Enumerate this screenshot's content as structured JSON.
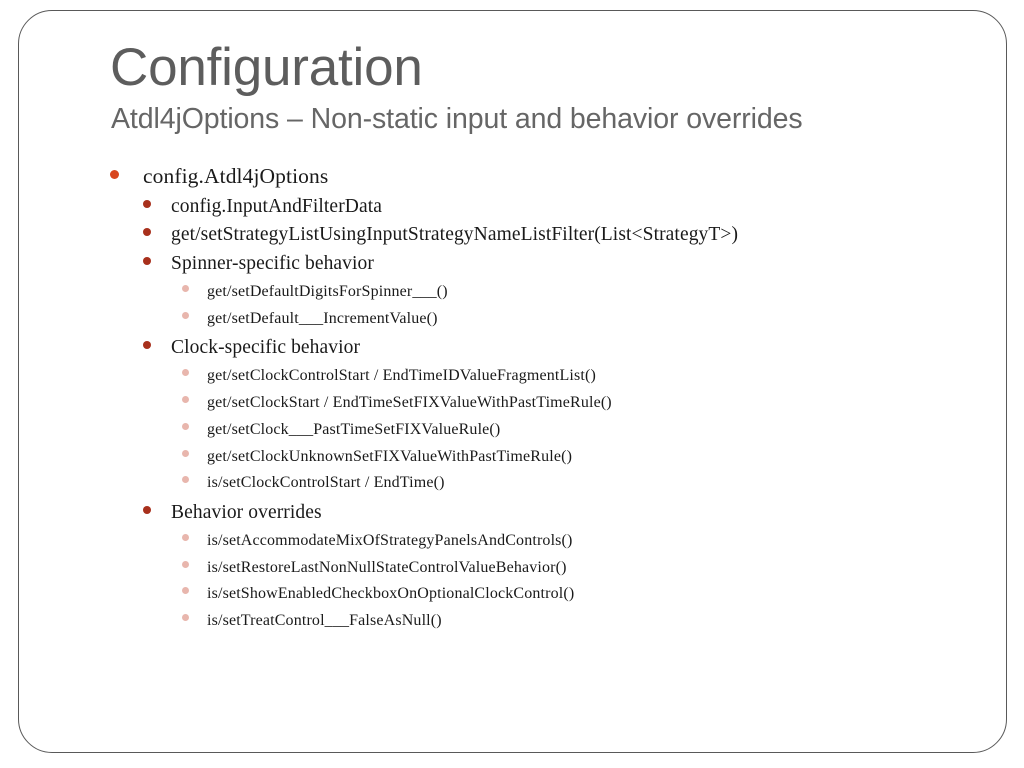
{
  "slide": {
    "title": "Configuration",
    "subtitle": "Atdl4jOptions – Non-static input and behavior overrides",
    "colors": {
      "title_gray": "#5d5d5d",
      "subtitle_gray": "#666666",
      "bullet_level1": "#d8461f",
      "bullet_level2": "#a8301c",
      "bullet_level3": "#e8b6ad",
      "border_gray": "#595959",
      "background": "#ffffff",
      "body_text": "#1a1a1a"
    },
    "outline": [
      {
        "level": 1,
        "text": "config.Atdl4jOptions"
      },
      {
        "level": 2,
        "text": "config.InputAndFilterData"
      },
      {
        "level": 2,
        "text": "get/setStrategyListUsingInputStrategyNameListFilter(List<StrategyT>)"
      },
      {
        "level": 2,
        "text": "Spinner-specific behavior"
      },
      {
        "level": 3,
        "text": "get/setDefaultDigitsForSpinner___()"
      },
      {
        "level": 3,
        "text": "get/setDefault___IncrementValue()"
      },
      {
        "level": 2,
        "text": "Clock-specific behavior"
      },
      {
        "level": 3,
        "text": "get/setClockControlStart / EndTimeIDValueFragmentList()"
      },
      {
        "level": 3,
        "text": "get/setClockStart / EndTimeSetFIXValueWithPastTimeRule()"
      },
      {
        "level": 3,
        "text": "get/setClock___PastTimeSetFIXValueRule()"
      },
      {
        "level": 3,
        "text": "get/setClockUnknownSetFIXValueWithPastTimeRule()"
      },
      {
        "level": 3,
        "text": "is/setClockControlStart / EndTime()"
      },
      {
        "level": 2,
        "text": "Behavior overrides"
      },
      {
        "level": 3,
        "text": "is/setAccommodateMixOfStrategyPanelsAndControls()"
      },
      {
        "level": 3,
        "text": "is/setRestoreLastNonNullStateControlValueBehavior()"
      },
      {
        "level": 3,
        "text": "is/setShowEnabledCheckboxOnOptionalClockControl()"
      },
      {
        "level": 3,
        "text": "is/setTreatControl___FalseAsNull()"
      }
    ]
  }
}
